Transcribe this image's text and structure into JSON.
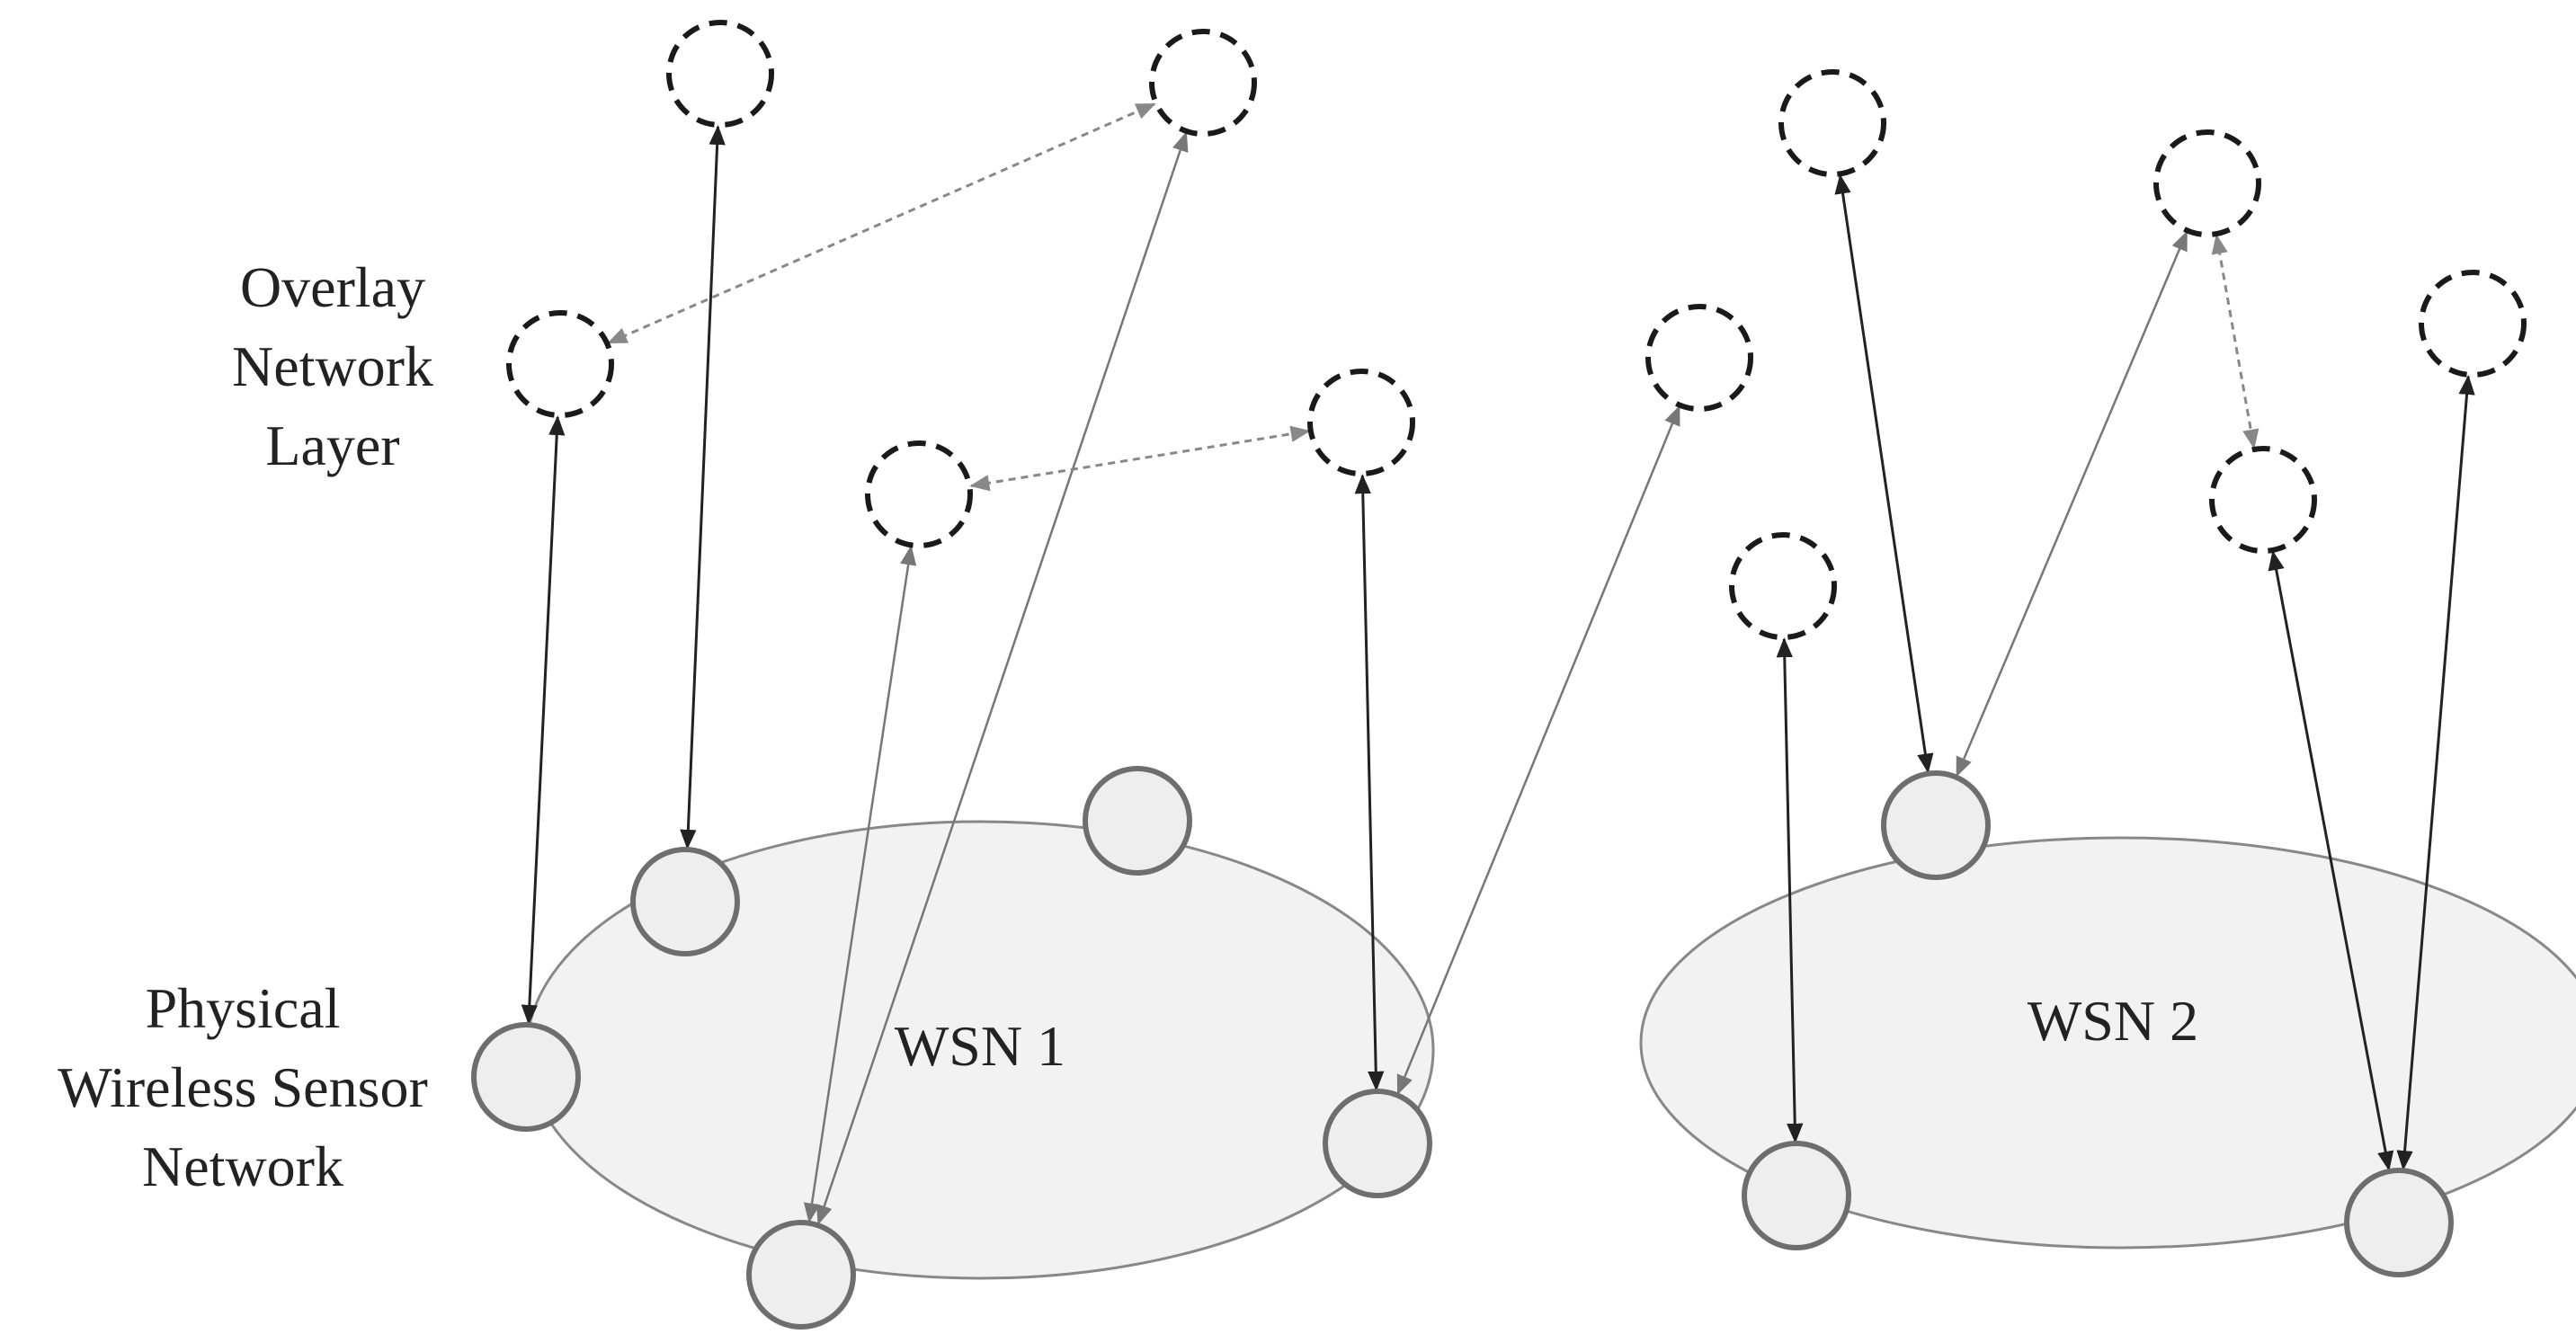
{
  "labels": {
    "overlay": {
      "line1": "Overlay",
      "line2": "Network",
      "line3": "Layer"
    },
    "physical": {
      "line1": "Physical",
      "line2": "Wireless Sensor",
      "line3": "Network"
    },
    "wsn1": "WSN 1",
    "wsn2": "WSN 2"
  },
  "colors": {
    "cluster_fill": "#f2f2f2",
    "cluster_stroke": "#888888",
    "physical_node_fill": "#eeeeee",
    "physical_node_stroke": "#6e6e6e",
    "overlay_node_stroke": "#1a1a1a",
    "mapping_link": "#222222",
    "long_link": "#777777",
    "overlay_link": "#888888"
  }
}
